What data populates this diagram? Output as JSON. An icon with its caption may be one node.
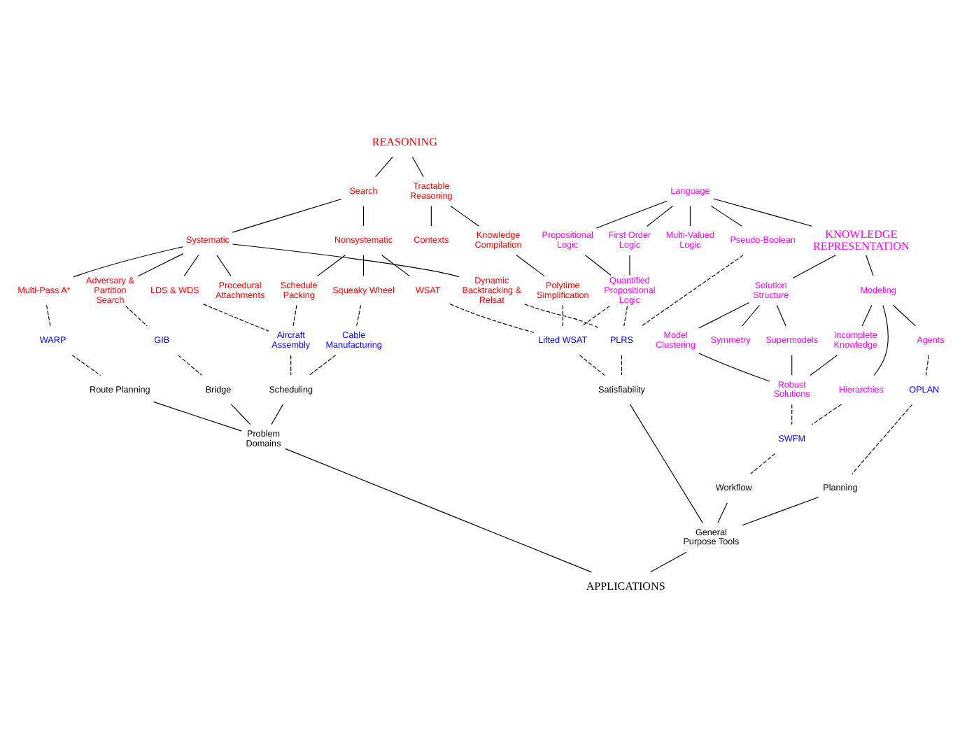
{
  "diagram": {
    "nodes": [
      {
        "text": [
          "REASONING"
        ]
      },
      {
        "text": [
          "Tractable Reasoning"
        ]
      },
      {
        "text": [
          "Search"
        ]
      },
      {
        "text": [
          "Knowledge Compilation"
        ]
      },
      {
        "text": [
          "Contexts"
        ]
      },
      {
        "text": [
          "Systematic"
        ]
      },
      {
        "text": [
          "Nonsystematic"
        ]
      },
      {
        "text": [
          "Polytime Simplification"
        ]
      },
      {
        "text": [
          "Procedural Attachments"
        ]
      },
      {
        "text": [
          "Dynamic Backtracking & Relsat"
        ]
      },
      {
        "text": [
          "Adversary & Partition Search"
        ]
      },
      {
        "text": [
          "Multi-Pass A*"
        ]
      },
      {
        "text": [
          "LDS & WDS"
        ]
      },
      {
        "text": [
          "WSAT"
        ]
      },
      {
        "text": [
          "Schedule Packing"
        ]
      },
      {
        "text": [
          "Squeaky Wheel"
        ]
      },
      {
        "text": [
          "Language"
        ]
      },
      {
        "text": [
          "Multi-Valued Logic"
        ]
      },
      {
        "text": [
          "First Order Logic"
        ]
      },
      {
        "text": [
          "Propositional Logic"
        ]
      },
      {
        "text": [
          "Quantified Propositional Logic"
        ]
      },
      {
        "text": [
          "Pseudo-Boolean"
        ]
      },
      {
        "text": [
          "KNOWLEDGE REPRESENTATION"
        ]
      },
      {
        "text": [
          "Modeling"
        ]
      },
      {
        "text": [
          "Agents"
        ]
      },
      {
        "text": [
          "Hierarchies"
        ]
      },
      {
        "text": [
          "Incomplete Knowledge"
        ]
      },
      {
        "text": [
          "Solution Structure"
        ]
      },
      {
        "text": [
          "Model Clustering"
        ]
      },
      {
        "text": [
          "Supermodels"
        ]
      },
      {
        "text": [
          "Symmetry"
        ]
      },
      {
        "text": [
          "Robust Solutions"
        ]
      },
      {
        "text": [
          "Aircraft Assembly"
        ]
      },
      {
        "text": [
          "Cable Manufacturing"
        ]
      },
      {
        "text": [
          "WARP"
        ]
      },
      {
        "text": [
          "GIB"
        ]
      },
      {
        "text": [
          "Lifted WSAT"
        ]
      },
      {
        "text": [
          "PLRS"
        ]
      },
      {
        "text": [
          "SWFM"
        ]
      },
      {
        "text": [
          "OPLAN"
        ]
      },
      {
        "text": [
          "Satisfiability"
        ]
      },
      {
        "text": [
          "Bridge"
        ]
      },
      {
        "text": [
          "Route Planning"
        ]
      },
      {
        "text": [
          "Scheduling"
        ]
      },
      {
        "text": [
          "Workflow"
        ]
      },
      {
        "text": [
          "General Purpose Tools"
        ]
      },
      {
        "text": [
          "Planning"
        ]
      },
      {
        "text": [
          "Problem Domains"
        ]
      },
      {
        "text": [
          "APPLICATIONS"
        ]
      }
    ],
    "edges": [
      {
        "from": 0,
        "to": 1,
        "arrow": "none"
      },
      {
        "from": 0,
        "to": 2,
        "arrow": "none"
      },
      {
        "from": 1,
        "to": 3,
        "arrow": "none"
      },
      {
        "from": 1,
        "to": 4,
        "arrow": "none"
      },
      {
        "from": 2,
        "to": 5,
        "arrow": "none"
      },
      {
        "from": 2,
        "to": 6,
        "arrow": "none"
      },
      {
        "from": 3,
        "to": 7,
        "arrow": "none"
      },
      {
        "from": 5,
        "to": 8,
        "arrow": "none"
      },
      {
        "from": 5,
        "to": 9,
        "arrow": "none"
      },
      {
        "from": 5,
        "to": 10,
        "arrow": "none"
      },
      {
        "from": 5,
        "to": 11,
        "arrow": "none"
      },
      {
        "from": 5,
        "to": 12,
        "arrow": "none"
      },
      {
        "from": 6,
        "to": 13,
        "arrow": "none"
      },
      {
        "from": 6,
        "to": 14,
        "arrow": "none"
      },
      {
        "from": 6,
        "to": 15,
        "arrow": "none"
      },
      {
        "from": 16,
        "to": 17,
        "arrow": "none"
      },
      {
        "from": 16,
        "to": 18,
        "arrow": "none"
      },
      {
        "from": 16,
        "to": 19,
        "arrow": "none"
      },
      {
        "from": 16,
        "to": 21,
        "arrow": "none"
      },
      {
        "from": 16,
        "to": 22,
        "arrow": "none"
      },
      {
        "from": 18,
        "to": 20,
        "arrow": "none"
      },
      {
        "from": 19,
        "to": 20,
        "arrow": "none"
      },
      {
        "from": 22,
        "to": 23,
        "arrow": "none"
      },
      {
        "from": 22,
        "to": 27,
        "arrow": "none"
      },
      {
        "from": 23,
        "to": 24,
        "arrow": "none"
      },
      {
        "from": 23,
        "to": 25,
        "arrow": "none"
      },
      {
        "from": 23,
        "to": 26,
        "arrow": "none"
      },
      {
        "from": 26,
        "to": 31,
        "arrow": "none"
      },
      {
        "from": 27,
        "to": 28,
        "arrow": "none"
      },
      {
        "from": 27,
        "to": 29,
        "arrow": "none"
      },
      {
        "from": 27,
        "to": 30,
        "arrow": "none"
      },
      {
        "from": 28,
        "to": 31,
        "arrow": "none"
      },
      {
        "from": 29,
        "to": 31,
        "arrow": "none"
      },
      {
        "from": 7,
        "to": 36,
        "arrow": "none",
        "style": "dashed"
      },
      {
        "from": 20,
        "to": 37,
        "arrow": "none",
        "style": "dashed"
      },
      {
        "from": 20,
        "to": 36,
        "arrow": "none",
        "style": "dashed"
      },
      {
        "from": 21,
        "to": 37,
        "arrow": "none",
        "style": "dashed"
      },
      {
        "from": 9,
        "to": 37,
        "arrow": "none",
        "style": "dashed"
      },
      {
        "from": 10,
        "to": 35,
        "arrow": "none",
        "style": "dashed"
      },
      {
        "from": 11,
        "to": 34,
        "arrow": "none",
        "style": "dashed"
      },
      {
        "from": 12,
        "to": 32,
        "arrow": "none",
        "style": "dashed"
      },
      {
        "from": 13,
        "to": 36,
        "arrow": "none",
        "style": "dashed"
      },
      {
        "from": 14,
        "to": 32,
        "arrow": "none",
        "style": "dashed"
      },
      {
        "from": 15,
        "to": 33,
        "arrow": "none",
        "style": "dashed"
      },
      {
        "from": 24,
        "to": 39,
        "arrow": "none",
        "style": "dashed"
      },
      {
        "from": 25,
        "to": 38,
        "arrow": "none",
        "style": "dashed"
      },
      {
        "from": 31,
        "to": 38,
        "arrow": "none",
        "style": "dashed"
      },
      {
        "from": 32,
        "to": 43,
        "arrow": "none",
        "style": "dashed"
      },
      {
        "from": 33,
        "to": 43,
        "arrow": "none",
        "style": "dashed"
      },
      {
        "from": 34,
        "to": 42,
        "arrow": "none",
        "style": "dashed"
      },
      {
        "from": 35,
        "to": 41,
        "arrow": "none",
        "style": "dashed"
      },
      {
        "from": 36,
        "to": 40,
        "arrow": "none",
        "style": "dashed"
      },
      {
        "from": 37,
        "to": 40,
        "arrow": "none",
        "style": "dashed"
      },
      {
        "from": 38,
        "to": 44,
        "arrow": "none",
        "style": "dashed"
      },
      {
        "from": 39,
        "to": 46,
        "arrow": "none",
        "style": "dashed"
      },
      {
        "from": 40,
        "to": 45,
        "arrow": "none"
      },
      {
        "from": 44,
        "to": 45,
        "arrow": "none"
      },
      {
        "from": 46,
        "to": 45,
        "arrow": "none"
      },
      {
        "from": 45,
        "to": 48,
        "arrow": "none"
      },
      {
        "from": 41,
        "to": 47,
        "arrow": "none"
      },
      {
        "from": 42,
        "to": 47,
        "arrow": "none"
      },
      {
        "from": 43,
        "to": 47,
        "arrow": "none"
      },
      {
        "from": 47,
        "to": 48,
        "arrow": "none"
      }
    ]
  }
}
